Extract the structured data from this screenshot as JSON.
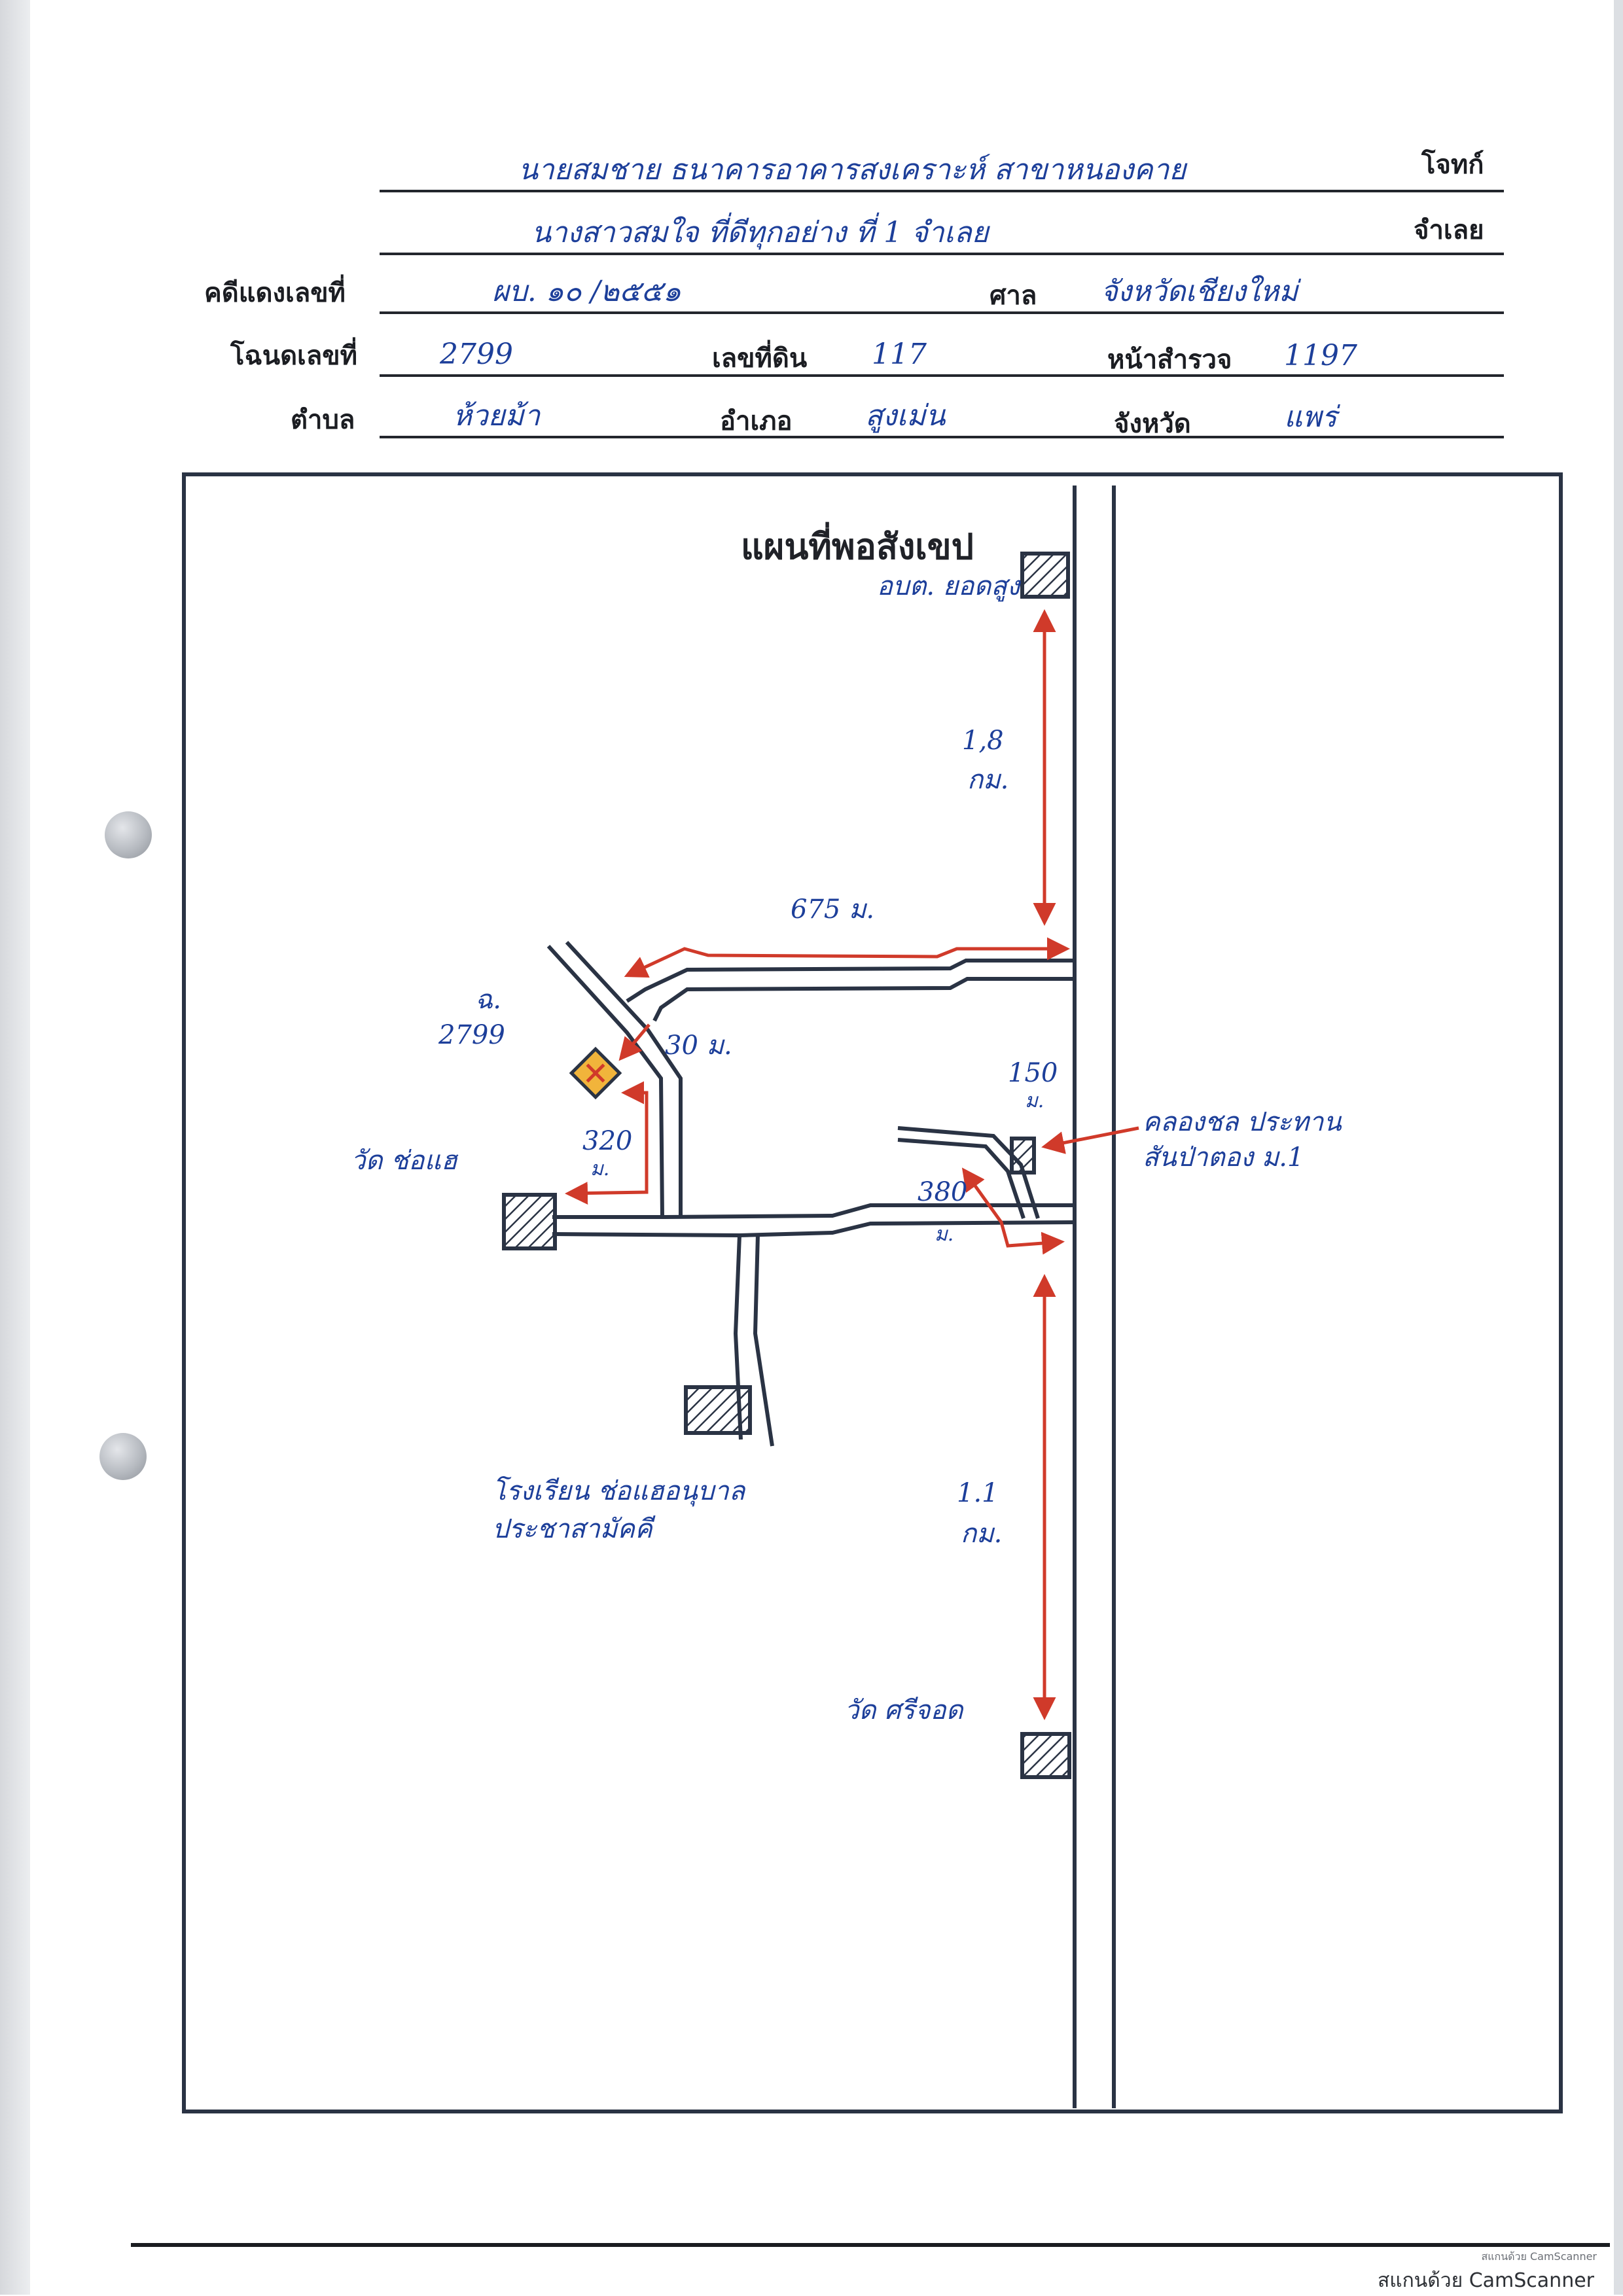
{
  "header": {
    "row1": {
      "value": "นายสมชาย ธนาคารอาคารสงเคราะห์ สาขาหนองคาย",
      "label_right": "โจทก์"
    },
    "row2": {
      "value": "นางสาวสมใจ ที่ดีทุกอย่าง ที่ 1 จำเลย",
      "label_right": "จำเลย"
    },
    "row3": {
      "label": "คดีแดงเลขที่",
      "value": "ผบ. ๑๐ /๒๕๕๑",
      "label_mid": "ศาล",
      "value_mid": "จังหวัดเชียงใหม่"
    },
    "row4": {
      "label": "โฉนดเลขที่",
      "value": "2799",
      "label_mid": "เลขที่ดิน",
      "value_mid": "117",
      "label_right": "หน้าสำรวจ",
      "value_right": "1197"
    },
    "row5": {
      "label": "ตำบล",
      "value": "ห้วยม้า",
      "label_mid": "อำเภอ",
      "value_mid": "สูงเม่น",
      "label_right": "จังหวัด",
      "value_right": "แพร่"
    }
  },
  "map": {
    "title": "แผนที่พอสังเขป",
    "landmarks": {
      "top_right": "อบต. ยอดสูง",
      "left_temple": "วัด ช่อแฮ",
      "school": "โรงเรียน ช่อแฮอนุบาล ประชาสามัคคี",
      "bottom_temple": "วัด ศรีจอด",
      "irrigation": "คลองชล ประทานสันป่าตอง ม.1",
      "land_no_prefix": "ฉ.",
      "land_no": "2799"
    },
    "distances": {
      "north_segment": [
        "1,8",
        "กม."
      ],
      "top_road": "675 ม.",
      "to_plot": "30 ม.",
      "left_arrow": [
        "320",
        "ม."
      ],
      "canal_offset": [
        "150",
        "ม."
      ],
      "right_bottom": [
        "380",
        "ม."
      ],
      "south_segment": [
        "1.1",
        "กม."
      ]
    },
    "colors": {
      "ink_blue": "#1d3f9a",
      "road": "#2a3344",
      "arrow_red": "#d03a2a",
      "plot_fill": "#f1b43b"
    }
  },
  "footer": {
    "small": "สแกนด้วย CamScanner",
    "text": "สแกนด้วย CamScanner"
  }
}
